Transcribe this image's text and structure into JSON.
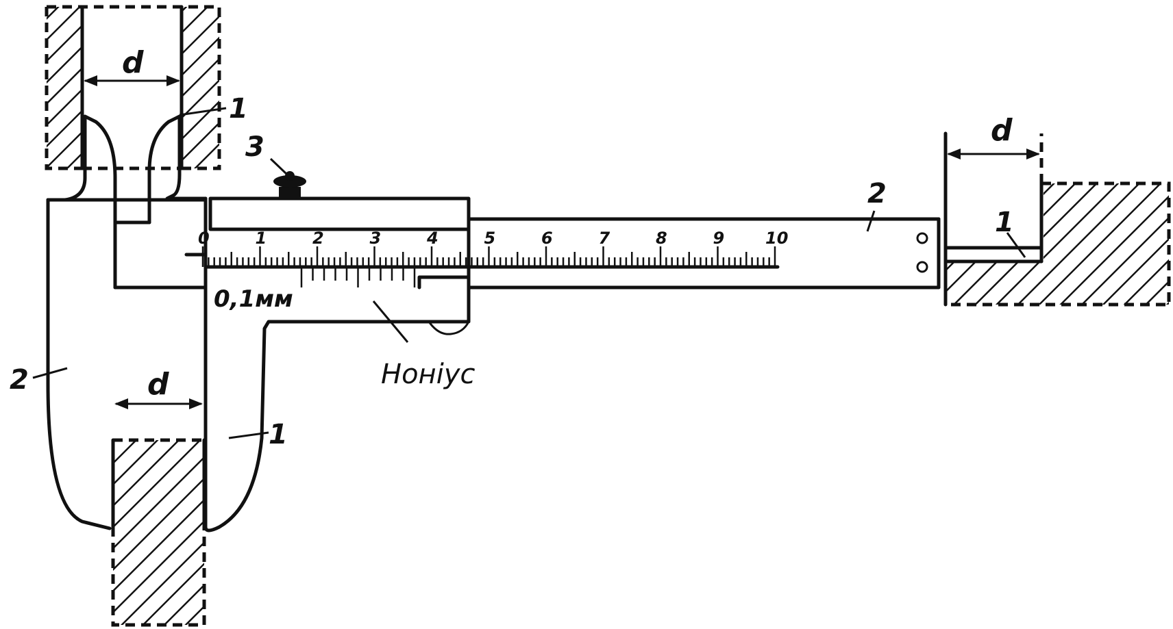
{
  "labels": {
    "d_top": "d",
    "d_bottom": "d",
    "d_right": "d",
    "one_top": "1",
    "one_bottom": "1",
    "one_right": "1",
    "two_left": "2",
    "two_beam": "2",
    "three": "3",
    "vernier_unit": "0,1мм",
    "vernier_name": "Ноніус"
  },
  "main_scale": [
    "0",
    "1",
    "2",
    "3",
    "4",
    "5",
    "6",
    "7",
    "8",
    "9",
    "10"
  ]
}
